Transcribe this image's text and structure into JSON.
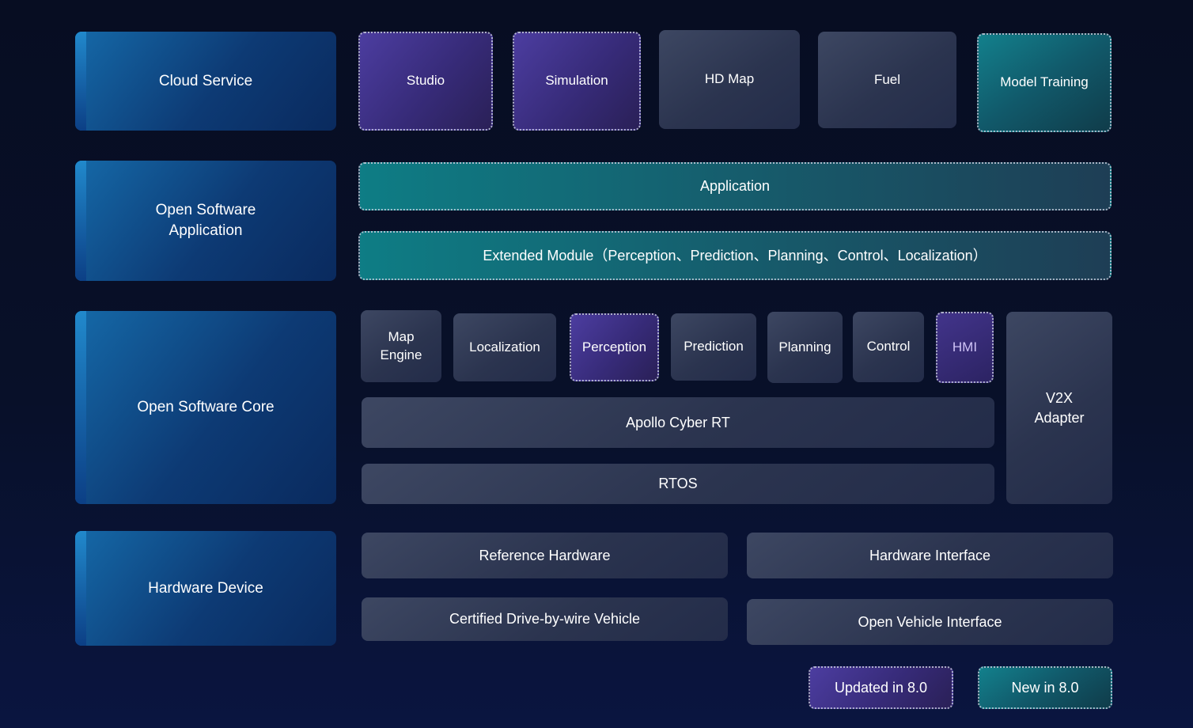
{
  "colors": {
    "background_top": "#070d22",
    "background_bottom": "#0a1540",
    "blue_block": "#1569a8",
    "blue_stripe": "#2189cc",
    "slate_block": "#3d4762",
    "updated_purple": "#4c3da0",
    "new_teal": "#12808c",
    "hmi_text": "#cfc3f6",
    "dotted_border": "#ced2e2",
    "text": "#ffffff"
  },
  "blocks": {
    "cloud_service": "Cloud Service",
    "studio": "Studio",
    "simulation": "Simulation",
    "hd_map": "HD Map",
    "fuel": "Fuel",
    "model_training": "Model Training",
    "open_software_application": "Open Software Application",
    "application": "Application",
    "extended_module": "Extended Module（Perception、Prediction、Planning、Control、Localization）",
    "open_software_core": "Open Software Core",
    "map_engine": "Map Engine",
    "localization": "Localization",
    "perception": "Perception",
    "prediction": "Prediction",
    "planning": "Planning",
    "control": "Control",
    "hmi": "HMI",
    "v2x_adapter": "V2X Adapter",
    "apollo_cyber_rt": "Apollo Cyber RT",
    "rtos": "RTOS",
    "hardware_device": "Hardware Device",
    "reference_hardware": "Reference Hardware",
    "hardware_interface": "Hardware Interface",
    "certified_drive_by_wire_vehicle": "Certified Drive-by-wire Vehicle",
    "open_vehicle_interface": "Open Vehicle Interface"
  },
  "legend": {
    "updated": "Updated in 8.0",
    "new": "New in 8.0"
  }
}
